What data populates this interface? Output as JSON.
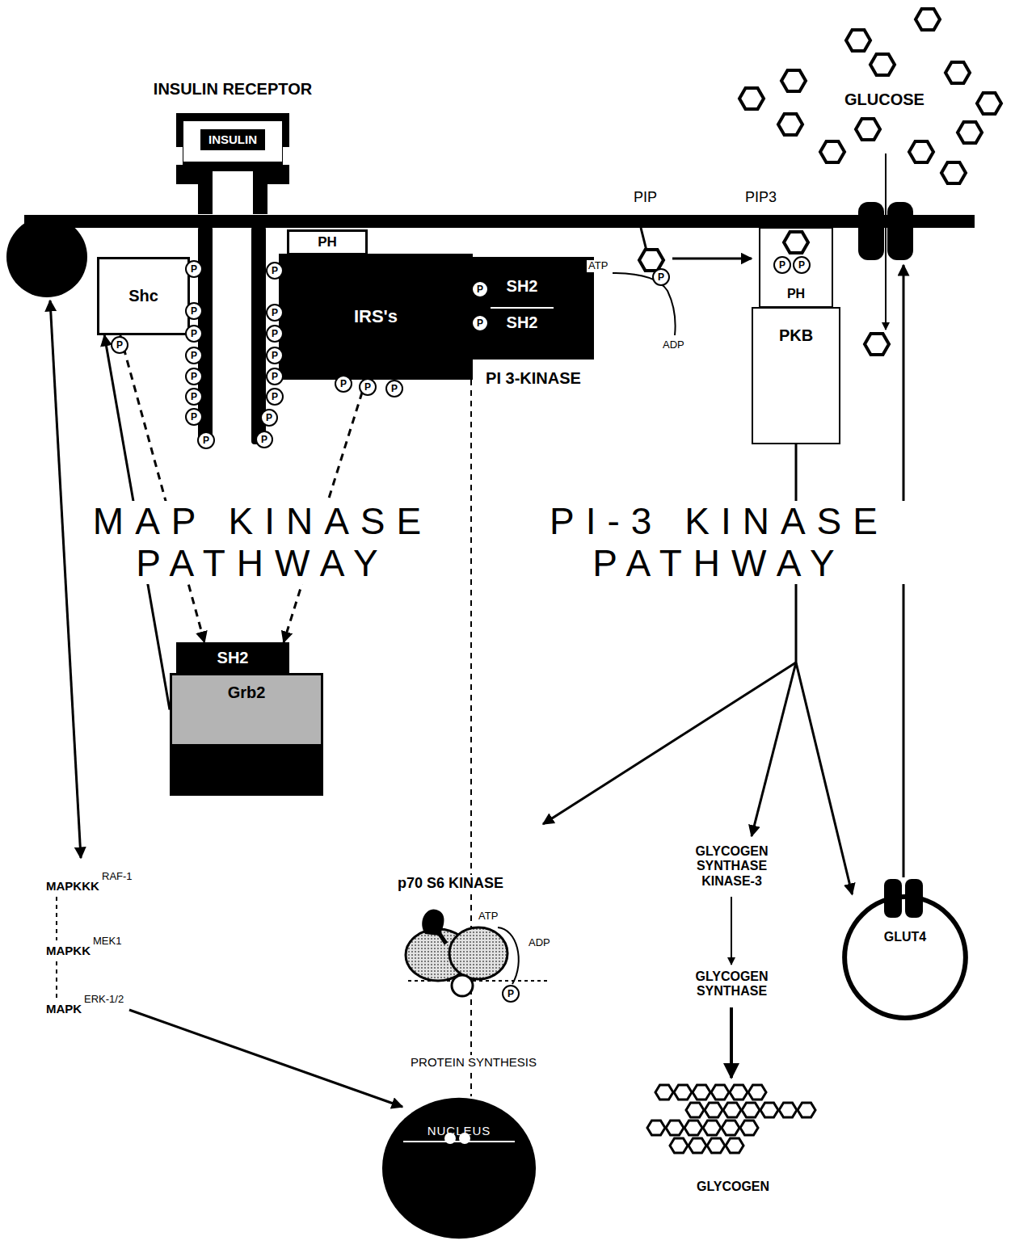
{
  "diagram": {
    "nodes": [
      {
        "text": [
          "INSULIN RECEPTOR"
        ]
      },
      {
        "text": [
          "INSULIN"
        ],
        "in": 0
      },
      {
        "text": [
          "Shc"
        ]
      },
      {
        "text": [
          "PH"
        ]
      },
      {
        "text": [
          "IRS's"
        ]
      },
      {
        "text": [
          "PI 3-KINASE"
        ]
      },
      {
        "text": [
          "SH2"
        ],
        "in": 5
      },
      {
        "text": [
          "SH2"
        ],
        "in": 5
      },
      {
        "text": [
          "PH"
        ]
      },
      {
        "text": [
          "PKB"
        ]
      },
      {
        "text": [
          "Grb2"
        ]
      },
      {
        "text": [
          "SH2"
        ],
        "in": 10
      },
      {
        "text": [
          "GLUT4"
        ]
      },
      {
        "text": [
          "NUCLEUS"
        ]
      }
    ],
    "edges": [
      {
        "from": 2,
        "to": 11,
        "arrow": "to"
      },
      {
        "from": 4,
        "to": 11,
        "arrow": "to"
      },
      {
        "from": 10,
        "to": 2,
        "arrow": "to"
      },
      {
        "from": 9,
        "to": 12,
        "arrow": "to"
      }
    ],
    "labels": [
      "GLUCOSE",
      "PIP",
      "PIP3",
      "ATP",
      "ADP",
      "MAP KINASE PATHWAY",
      "PI-3 KINASE PATHWAY",
      "MAPKKK",
      "RAF-1",
      "MAPKK",
      "MEK1",
      "MAPK",
      "ERK-1/2",
      "p70 S6 KINASE",
      "ATP",
      "ADP",
      "PROTEIN SYNTHESIS",
      "GLYCOGEN SYNTHASE KINASE-3",
      "GLYCOGEN SYNTHASE",
      "GLYCOGEN",
      "P",
      "P",
      "P",
      "P",
      "P",
      "P",
      "P",
      "P",
      "P",
      "P",
      "P",
      "P",
      "P",
      "P",
      "P",
      "P",
      "P",
      "P",
      "P",
      "P",
      "P",
      "P",
      "P",
      "P",
      "P",
      "P"
    ]
  }
}
